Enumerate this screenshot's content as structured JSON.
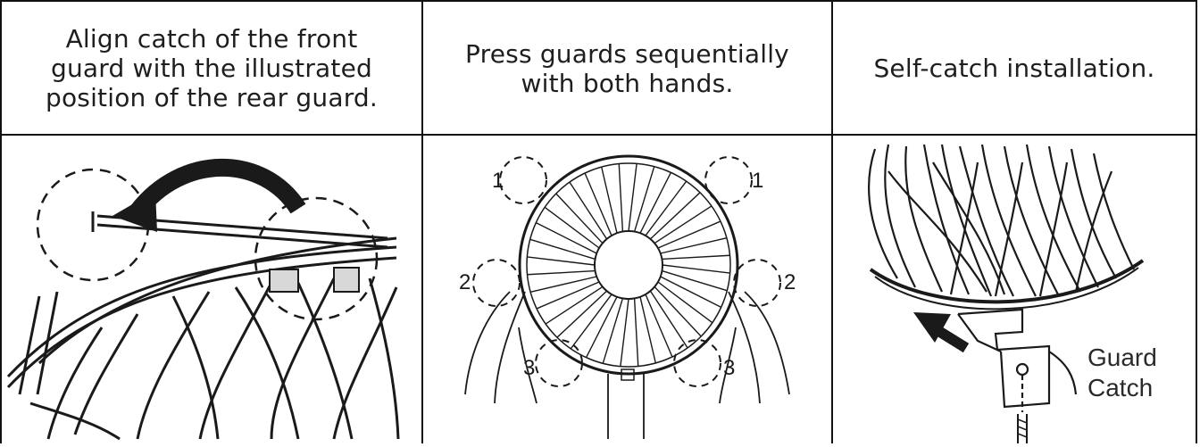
{
  "columns": [
    {
      "header": "Align catch of the front\nguard with the illustrated\nposition of the rear guard.",
      "illustration": "front-guard-catch-alignment"
    },
    {
      "header": "Press guards sequentially\nwith both hands.",
      "illustration": "guard-press-sequence",
      "step_numbers": [
        "1",
        "1",
        "2",
        "2",
        "3",
        "3"
      ]
    },
    {
      "header": "Self-catch installation.",
      "illustration": "guard-catch-screw",
      "callout_label_line1": "Guard",
      "callout_label_line2": "Catch"
    }
  ],
  "colors": {
    "border": "#111111",
    "text": "#1e1e1e",
    "drawing": "#1a1a1a",
    "label": "#2a2a2a"
  }
}
